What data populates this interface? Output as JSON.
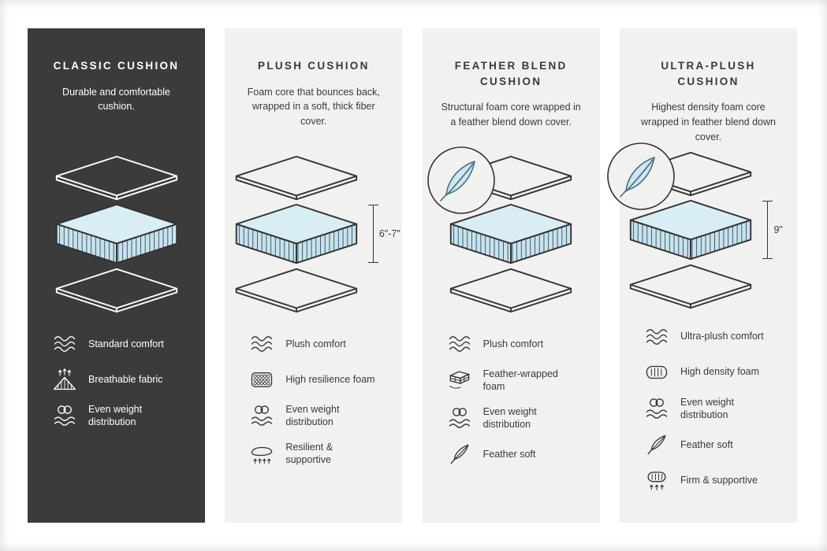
{
  "colors": {
    "page_background": "#ffffff",
    "card_dark": "#3b3b3b",
    "card_light": "#f1f1f0",
    "outline_dark": "#333333",
    "outline_light": "#ffffff",
    "foam_top_blue": "#d9edf4",
    "foam_side_blue": "#c8e3ee",
    "feather_blue": "#cfe6f0",
    "feather_stroke": "#40707e"
  },
  "cards": [
    {
      "id": "classic-cushion",
      "theme": "dark",
      "title": "CLASSIC CUSHION",
      "description": "Durable and comfortable cushion.",
      "diagram": {
        "feather_badge": false,
        "measurement": ""
      },
      "features": [
        {
          "icon": "waves-icon",
          "label": "Standard comfort"
        },
        {
          "icon": "breathable-fabric-icon",
          "label": "Breathable fabric"
        },
        {
          "icon": "weight-distribution-icon",
          "label": "Even weight distribution"
        }
      ]
    },
    {
      "id": "plush-cushion",
      "theme": "light",
      "title": "PLUSH CUSHION",
      "description": "Foam core that bounces back, wrapped in a soft, thick fiber cover.",
      "diagram": {
        "feather_badge": false,
        "measurement": "6\"-7\""
      },
      "features": [
        {
          "icon": "waves-icon",
          "label": "Plush comfort"
        },
        {
          "icon": "resilience-foam-icon",
          "label": "High resilience foam"
        },
        {
          "icon": "weight-distribution-icon",
          "label": "Even weight distribution"
        },
        {
          "icon": "resilient-supportive-icon",
          "label": "Resilient & supportive"
        }
      ]
    },
    {
      "id": "feather-blend-cushion",
      "theme": "light",
      "title": "FEATHER BLEND CUSHION",
      "description": "Structural foam core wrapped in a feather blend down cover.",
      "diagram": {
        "feather_badge": true,
        "measurement": ""
      },
      "features": [
        {
          "icon": "waves-icon",
          "label": "Plush comfort"
        },
        {
          "icon": "feather-wrapped-foam-icon",
          "label": "Feather-wrapped foam"
        },
        {
          "icon": "weight-distribution-icon",
          "label": "Even weight distribution"
        },
        {
          "icon": "feather-icon",
          "label": "Feather soft"
        }
      ]
    },
    {
      "id": "ultra-plush-cushion",
      "theme": "light",
      "title": "ULTRA-PLUSH CUSHION",
      "description": "Highest density foam core wrapped in feather blend down cover.",
      "diagram": {
        "feather_badge": true,
        "measurement": "9\""
      },
      "features": [
        {
          "icon": "waves-icon",
          "label": "Ultra-plush comfort"
        },
        {
          "icon": "density-foam-icon",
          "label": "High density foam"
        },
        {
          "icon": "weight-distribution-icon",
          "label": "Even weight distribution"
        },
        {
          "icon": "feather-icon",
          "label": "Feather soft"
        },
        {
          "icon": "firm-supportive-icon",
          "label": "Firm & supportive"
        }
      ]
    }
  ]
}
